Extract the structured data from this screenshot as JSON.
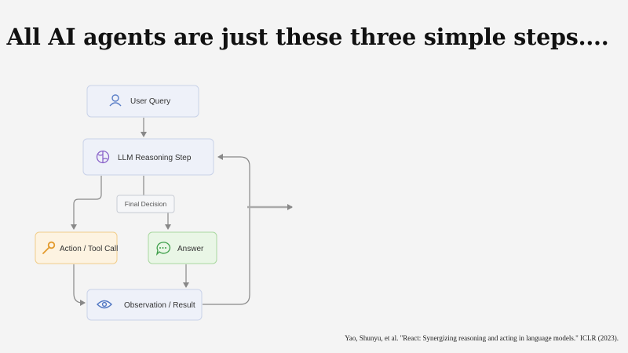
{
  "slide": {
    "title": "All AI agents are just these three simple steps....",
    "citation": "Yao, Shunyu, et al. \"React: Synergizing reasoning and acting in language models.\" ICLR (2023)."
  },
  "diagram": {
    "nodes": {
      "user_query": {
        "label": "User Query",
        "icon": "person-icon"
      },
      "llm_reasoning": {
        "label": "LLM Reasoning Step",
        "icon": "brain-icon"
      },
      "final_decision": {
        "label": "Final Decision"
      },
      "action_tool_call": {
        "label": "Action / Tool Call",
        "icon": "wrench-icon"
      },
      "answer": {
        "label": "Answer",
        "icon": "chat-bubble-icon"
      },
      "observation_result": {
        "label": "Observation / Result",
        "icon": "eye-icon"
      }
    },
    "colors": {
      "default_fill": "#eef1f9",
      "default_stroke": "#c9d2e8",
      "user_icon": "#5b7fc7",
      "brain_icon": "#8a63c9",
      "action_fill": "#fdf3e1",
      "action_stroke": "#f1cd8a",
      "action_icon": "#e39b2e",
      "answer_fill": "#e9f6e6",
      "answer_stroke": "#a9d8a0",
      "answer_icon": "#3f9f4b",
      "decision_fill": "#f5f6f8",
      "decision_stroke": "#c8ccd4",
      "eye_icon": "#4f76c2",
      "connector": "#888888"
    }
  }
}
